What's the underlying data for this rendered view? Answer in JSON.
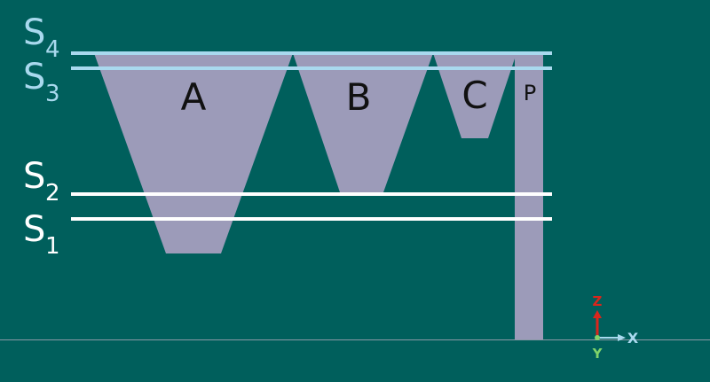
{
  "planes": [
    {
      "main": "S",
      "sub": "4",
      "color": "#a9d9ee"
    },
    {
      "main": "S",
      "sub": "3",
      "color": "#a9d9ee"
    },
    {
      "main": "S",
      "sub": "2",
      "color": "#ffffff"
    },
    {
      "main": "S",
      "sub": "1",
      "color": "#ffffff"
    }
  ],
  "parts": [
    {
      "label": "A"
    },
    {
      "label": "B"
    },
    {
      "label": "C"
    },
    {
      "label": "P"
    }
  ],
  "axes": {
    "z": {
      "label": "Z",
      "color": "#d9261c"
    },
    "x": {
      "label": "X",
      "color": "#a9d9ee"
    },
    "y": {
      "label": "Y",
      "color": "#7fd36a"
    }
  },
  "colors": {
    "background": "#005f5c",
    "part_fill": "#9c9bb9",
    "baseline": "#8a9aa6"
  }
}
